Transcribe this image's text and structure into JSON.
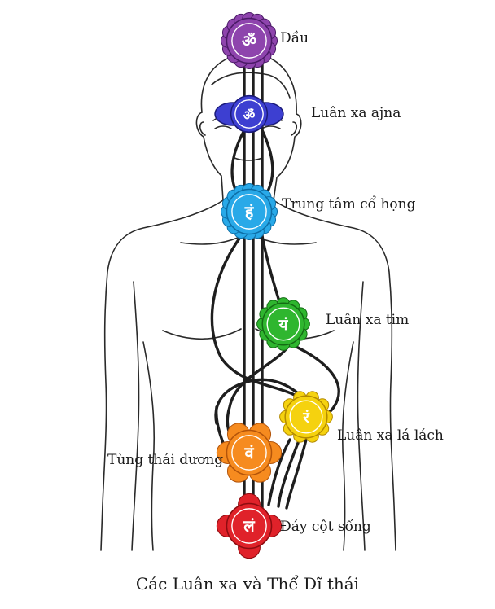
{
  "caption": "Các Luân xa và Thể Dĩ thái",
  "chakras": [
    {
      "id": "crown",
      "label": "Đầu",
      "color": "#8e44ad",
      "dark": "#4a1a66",
      "glyph": "ॐ"
    },
    {
      "id": "ajna",
      "label": "Luân xa ajna",
      "color": "#3d3fd1",
      "dark": "#1b1b7a",
      "glyph": "ॐ"
    },
    {
      "id": "throat",
      "label": "Trung tâm cổ họng",
      "color": "#29a9e8",
      "dark": "#0d6ea6",
      "glyph": "हं"
    },
    {
      "id": "heart",
      "label": "Luân xa tim",
      "color": "#2fb62f",
      "dark": "#146b14",
      "glyph": "यं"
    },
    {
      "id": "spleen",
      "label": "Luân xa lá lách",
      "color": "#f5d20f",
      "dark": "#b38a00",
      "glyph": "रं"
    },
    {
      "id": "sacral",
      "label": "Tùng thái dương",
      "color": "#f68b1f",
      "dark": "#b3540a",
      "glyph": "वं"
    },
    {
      "id": "root",
      "label": "Đáy cột sống",
      "color": "#e0222a",
      "dark": "#8c0c10",
      "glyph": "लं"
    }
  ]
}
